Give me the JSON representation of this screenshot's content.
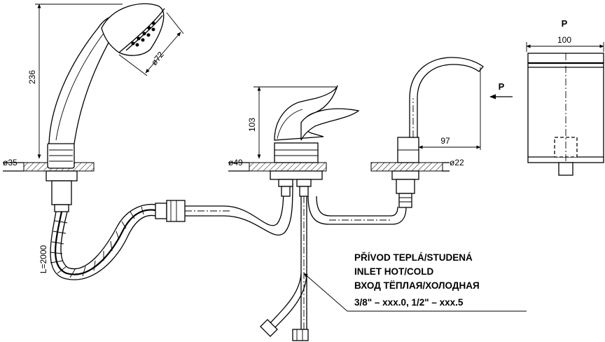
{
  "dimensions": {
    "hand_shower_height": "236",
    "shower_head_dia": "ø72",
    "hand_shower_base_dia": "ø35",
    "hose_length": "L=2000",
    "mixer_height": "103",
    "mixer_base_dia": "ø49",
    "spout_reach": "97",
    "spout_base_dia": "ø22",
    "side_view_width": "100"
  },
  "view_labels": {
    "arrow_label": "P",
    "side_view_label": "P"
  },
  "inlet_note": {
    "line1": "PŘÍVOD TEPLÁ/STUDENÁ",
    "line2": "INLET HOT/COLD",
    "line3": "ВХОД ТЁПЛАЯ/ХОЛОДНАЯ",
    "line4": "3/8\" – xxx.0, 1/2\" – xxx.5"
  }
}
